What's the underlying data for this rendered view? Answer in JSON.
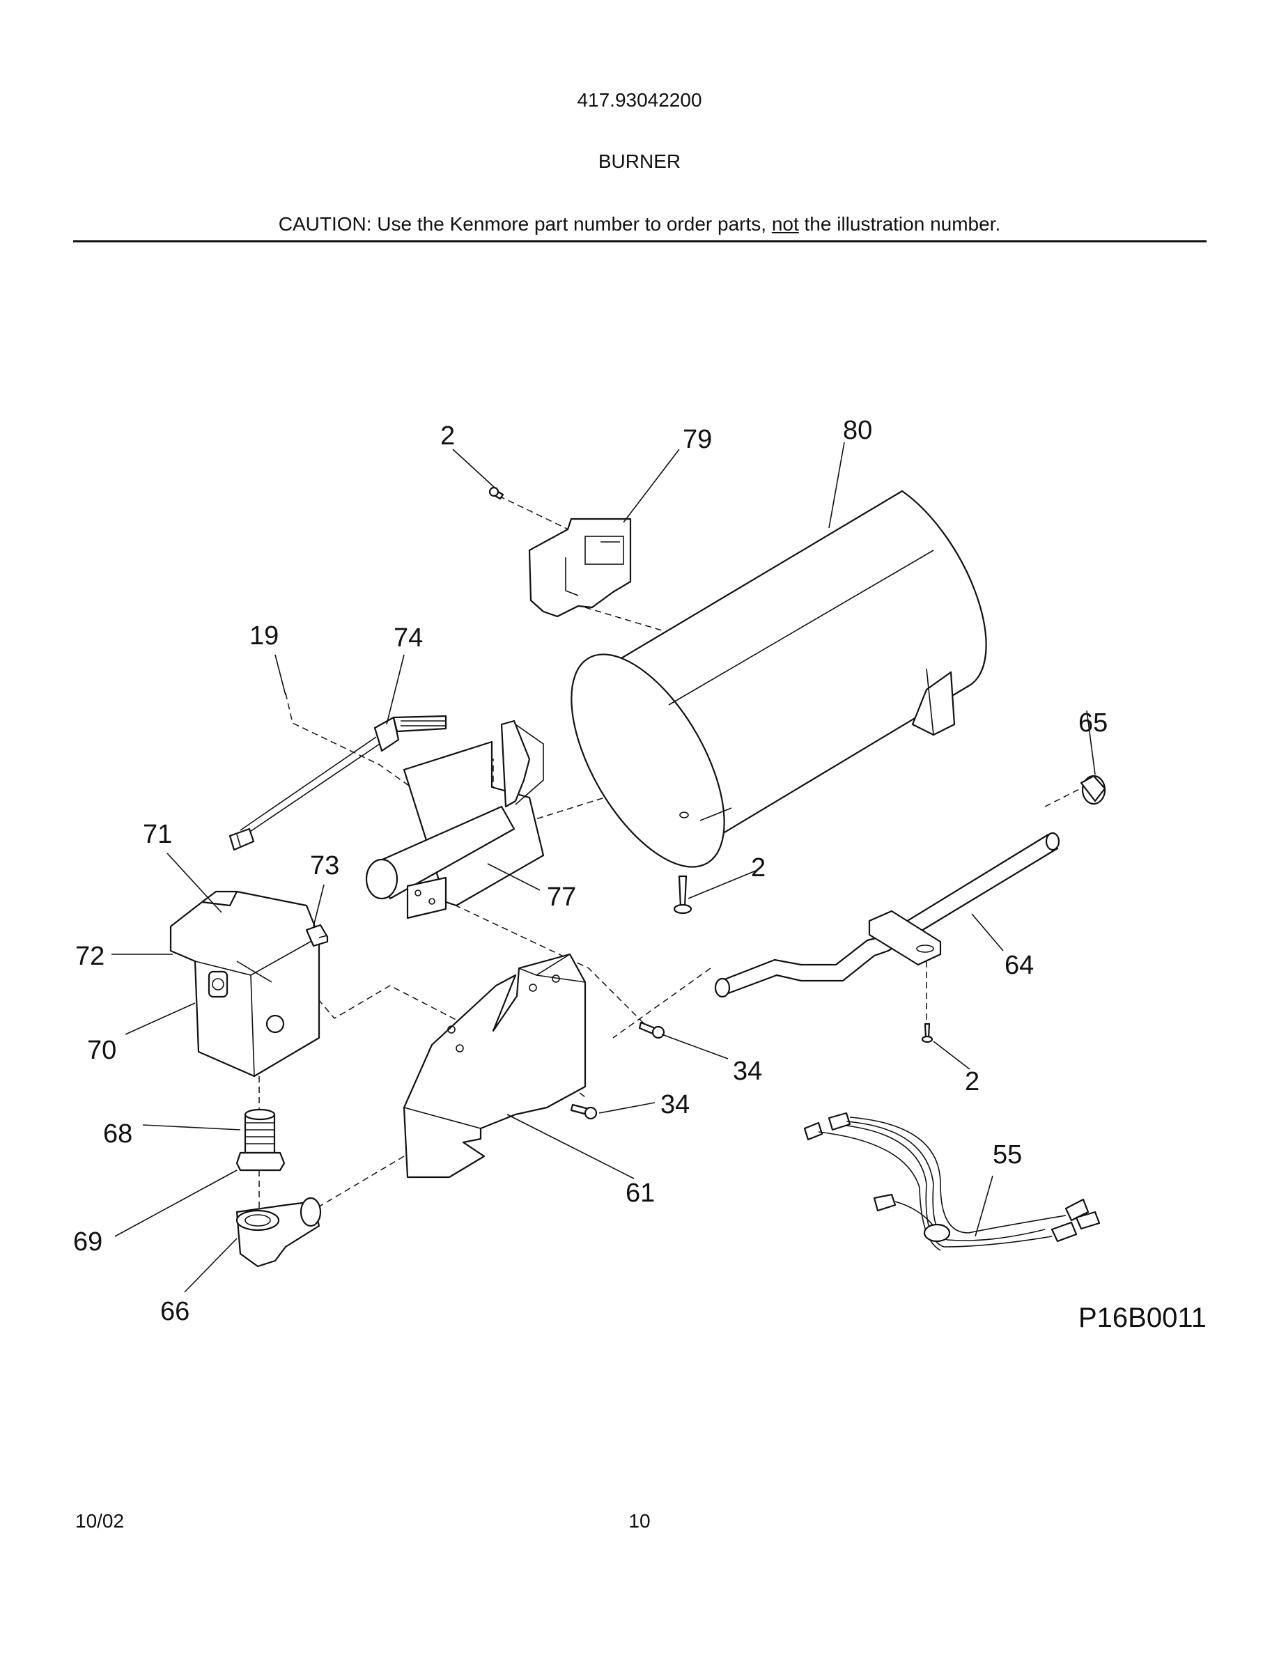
{
  "header": {
    "model_number": "417.93042200",
    "section_title": "BURNER",
    "caution_prefix": "CAUTION: Use the Kenmore part number to order parts, ",
    "caution_emphasis": "not",
    "caution_suffix": " the illustration number."
  },
  "diagram": {
    "figure_id": "P16B0011",
    "callouts": [
      "2",
      "79",
      "80",
      "19",
      "74",
      "65",
      "71",
      "73",
      "2",
      "77",
      "72",
      "64",
      "70",
      "34",
      "2",
      "34",
      "68",
      "55",
      "61",
      "69",
      "66"
    ]
  },
  "footer": {
    "date": "10/02",
    "page_number": "10"
  }
}
